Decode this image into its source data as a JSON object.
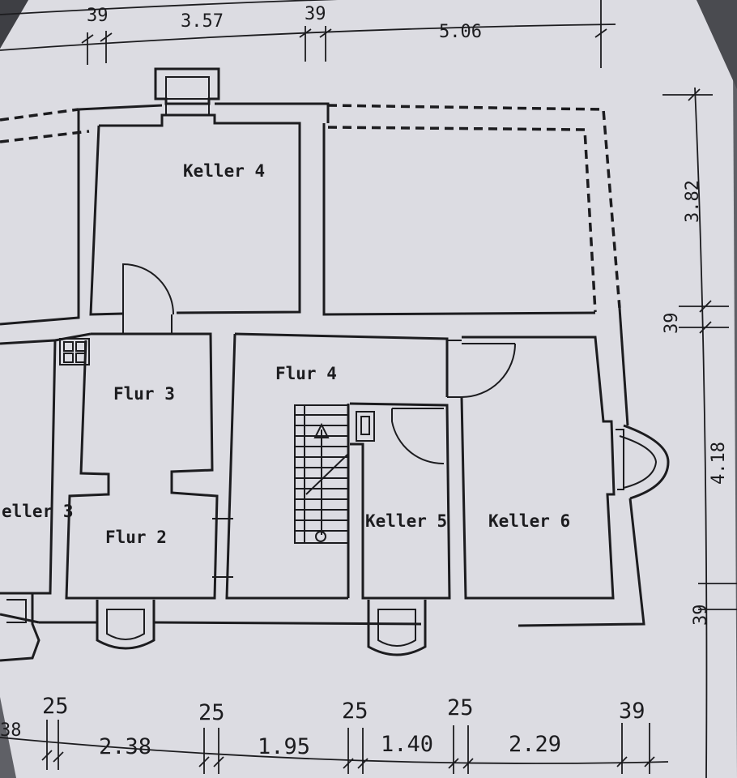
{
  "rooms": {
    "keller4": "Keller 4",
    "flur4": "Flur 4",
    "flur3": "Flur 3",
    "flur2": "Flur 2",
    "keller3": "eller 3",
    "keller5": "Keller 5",
    "keller6": "Keller 6"
  },
  "dims_top": {
    "d1": "39",
    "d2": "3.57",
    "d3": "39",
    "d4": "5.06"
  },
  "dims_right": {
    "d1": "3.82",
    "d2": "39",
    "d3": "4.18",
    "d4": "39"
  },
  "dims_bottom": {
    "d0": "38",
    "d1": "25",
    "d2": "2.38",
    "d3": "25",
    "d4": "1.95",
    "d5": "25",
    "d6": "1.40",
    "d7": "25",
    "d8": "2.29",
    "d9": "39"
  }
}
